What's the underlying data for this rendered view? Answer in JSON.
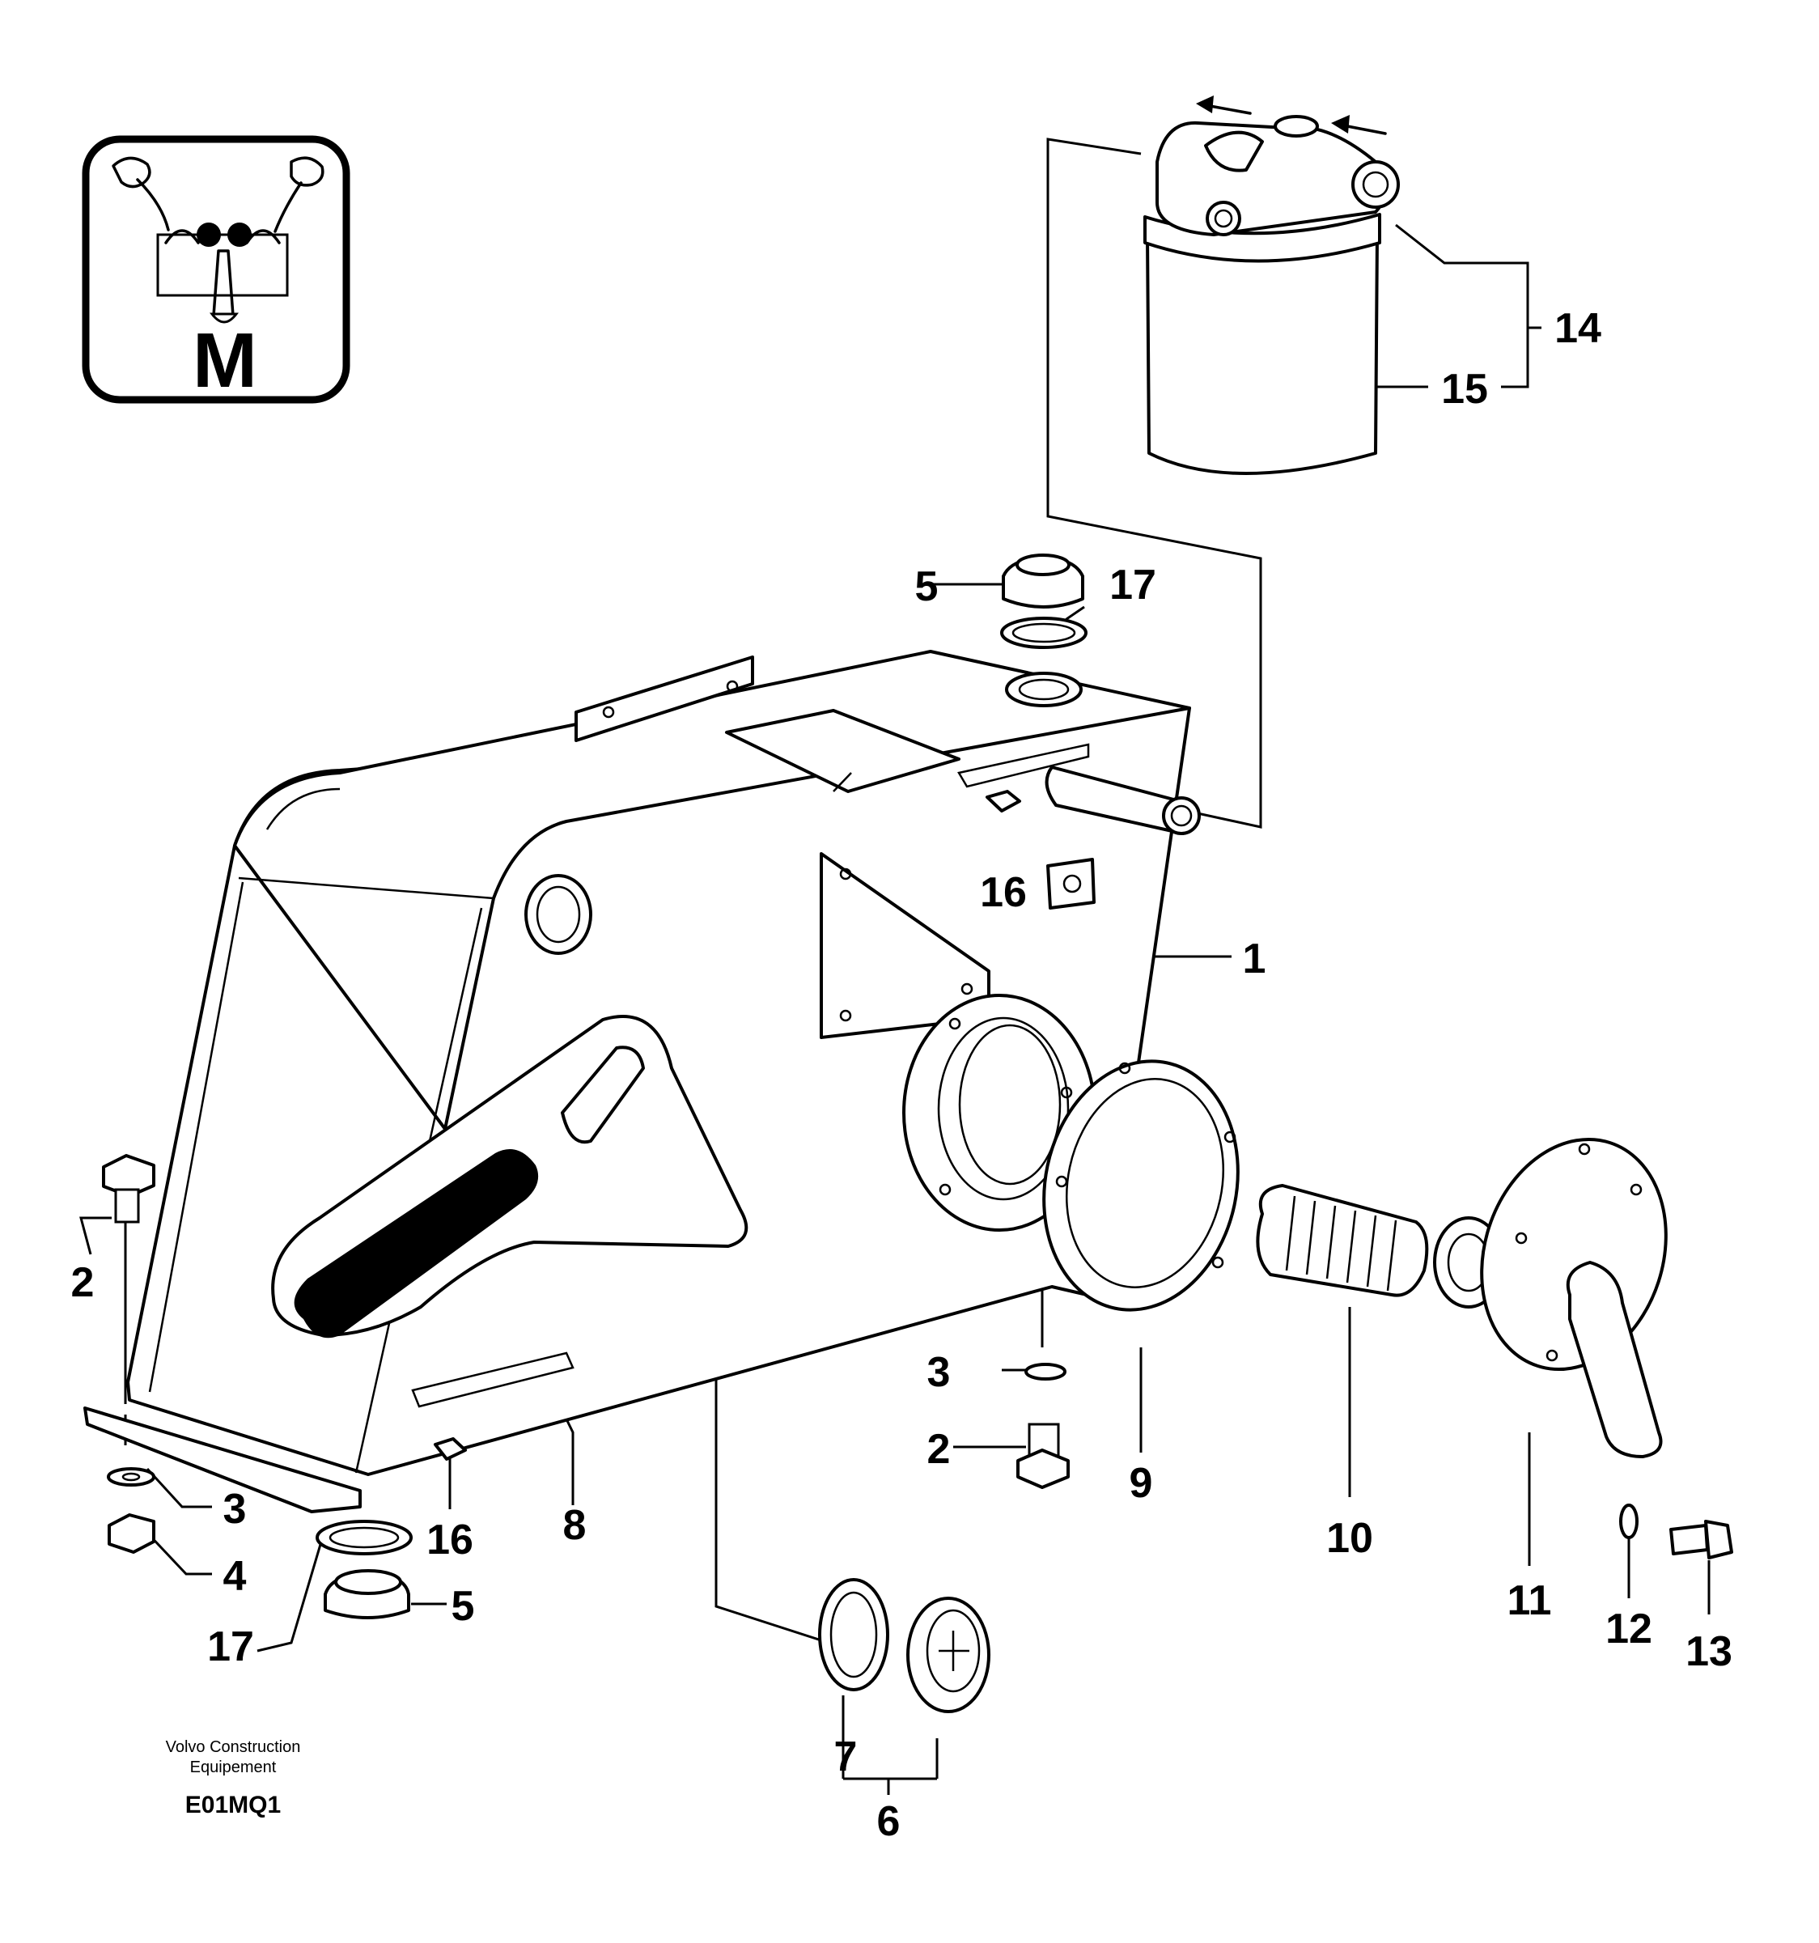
{
  "badge": {
    "letter": "M"
  },
  "callouts": {
    "c1": "1",
    "c2a": "2",
    "c2b": "2",
    "c3a": "3",
    "c3b": "3",
    "c4": "4",
    "c5a": "5",
    "c5b": "5",
    "c6": "6",
    "c7": "7",
    "c8": "8",
    "c9": "9",
    "c10": "10",
    "c11": "11",
    "c12": "12",
    "c13": "13",
    "c14": "14",
    "c15": "15",
    "c16a": "16",
    "c16b": "16",
    "c17a": "17",
    "c17b": "17"
  },
  "footer": {
    "company_line1": "Volvo Construction",
    "company_line2": "Equipement",
    "drawing_code": "E01MQ1"
  }
}
